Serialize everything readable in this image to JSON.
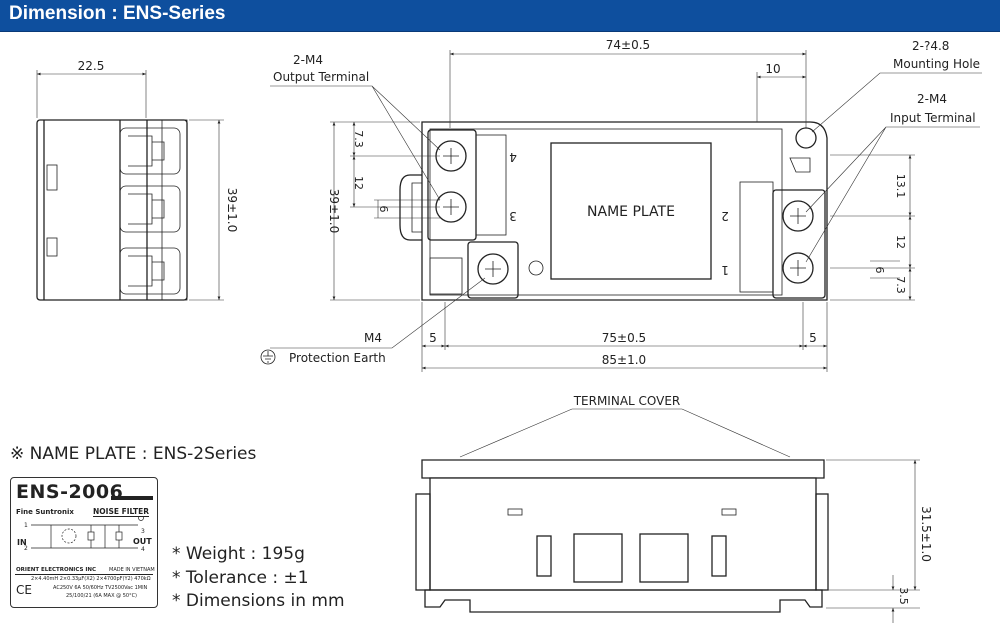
{
  "header": {
    "title": "Dimension : ENS-Series"
  },
  "side_view": {
    "width_dim": "22.5",
    "height_dim": "39±1.0"
  },
  "top_view": {
    "overall_width_dim": "74±0.5",
    "mounting_offset_dim": "10",
    "mounting_hole_label": "2-?4.8",
    "mounting_hole_caption": "Mounting Hole",
    "output_terminal_label": "2-M4",
    "output_terminal_caption": "Output Terminal",
    "input_terminal_label": "2-M4",
    "input_terminal_caption": "Input Terminal",
    "left_dims": {
      "top": "7.3",
      "pitch": "12",
      "height": "39±1.0",
      "small": "6"
    },
    "right_dims": {
      "top": "13.1",
      "pitch": "12",
      "small": "6",
      "bottom": "7.3"
    },
    "terminal_numbers": [
      "4",
      "3",
      "2",
      "1"
    ],
    "name_plate_text": "NAME PLATE",
    "earth_screw_label": "M4",
    "earth_caption": "Protection Earth",
    "bottom_dims": {
      "left": "5",
      "middle": "75±0.5",
      "right": "5",
      "overall": "85±1.0"
    }
  },
  "front_view": {
    "terminal_cover_label": "TERMINAL COVER",
    "height_dim": "31.5±1.0",
    "rail_dim": "3.5"
  },
  "name_plate": {
    "section_title": "※ NAME PLATE : ENS-2Series",
    "model": "ENS-2006",
    "brand": "Fine Suntronix",
    "type": "NOISE FILTER",
    "in_label": "IN",
    "out_label": "OUT",
    "pins": [
      "1",
      "2",
      "3",
      "4"
    ],
    "manufacturer": "ORIENT ELECTRONICS INC",
    "origin": "MADE IN VIETNAM",
    "spec_line_1": "2×4.40mH 2×0.33μF(X2) 2×4700pF(Y2) 470kΩ",
    "spec_line_2": "AC250V 6A 50/60Hz TV2500Vac 1MIN",
    "spec_line_3": "25/100/21 (6A MAX @ 50°C)",
    "ce_mark": "CE"
  },
  "notes": [
    "* Weight : 195g",
    "* Tolerance : ±1",
    "* Dimensions in mm"
  ]
}
